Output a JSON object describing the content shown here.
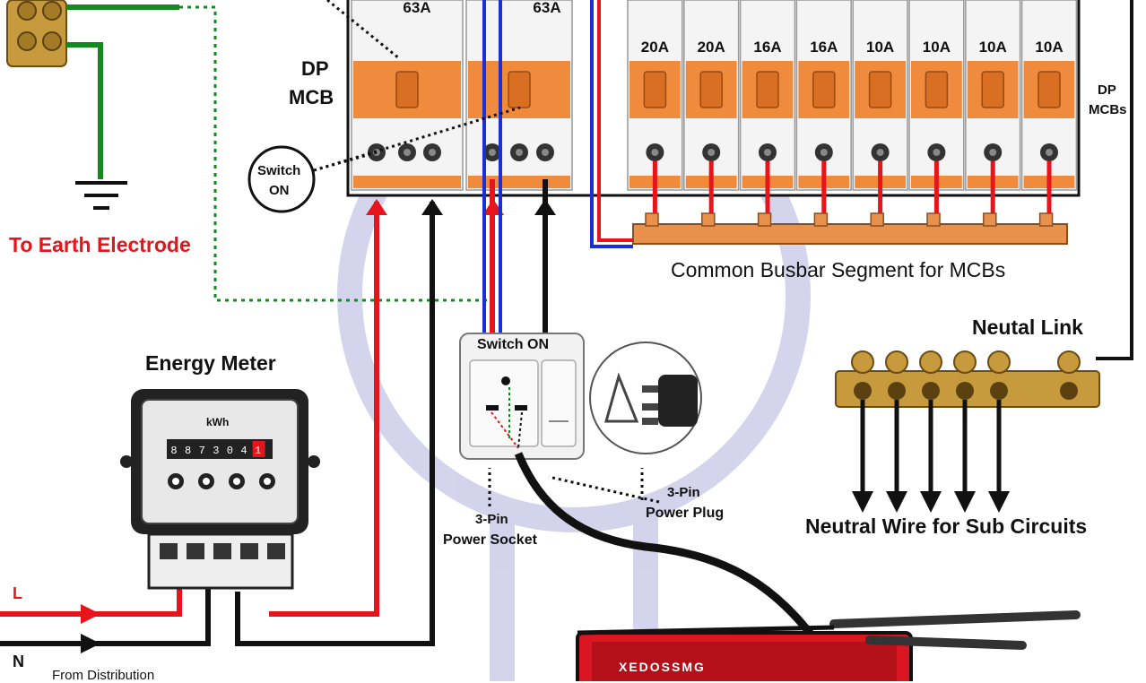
{
  "labels": {
    "dp_mcb_line1": "DP",
    "dp_mcb_line2": "MCB",
    "dp_mcbs_line1": "DP",
    "dp_mcbs_line2": "MCBs",
    "switch_on_circle_line1": "Switch",
    "switch_on_circle_line2": "ON",
    "to_earth": "To Earth Electrode",
    "busbar": "Common Busbar Segment for MCBs",
    "neutral_link": "Neutal Link",
    "energy_meter": "Energy Meter",
    "kwh": "kWh",
    "switch_on_socket": "Switch ON",
    "socket_line1": "3-Pin",
    "socket_line2": "Power Socket",
    "plug_line1": "3-Pin",
    "plug_line2": "Power Plug",
    "neutral_wires": "Neutral Wire for Sub Circuits",
    "line_L": "L",
    "line_N": "N",
    "from_distribution": "From Distribution",
    "generator_brand": "XEDOSSMG"
  },
  "meter_digits": [
    "8",
    "8",
    "7",
    "3",
    "0",
    "4",
    "1"
  ],
  "breakers": {
    "main_ratings": [
      "63A",
      "63A"
    ],
    "sub_ratings": [
      "20A",
      "20A",
      "16A",
      "16A",
      "10A",
      "10A",
      "10A",
      "10A"
    ]
  },
  "colors": {
    "line": "#e8141b",
    "neutral": "#111111",
    "earth": "#138a1f",
    "socket_wire_blue": "#1a2fd6",
    "mcb_orange": "#f08a3c",
    "busbar": "#e8914d",
    "brass": "#c89a3e",
    "generator_red": "#d91622"
  }
}
